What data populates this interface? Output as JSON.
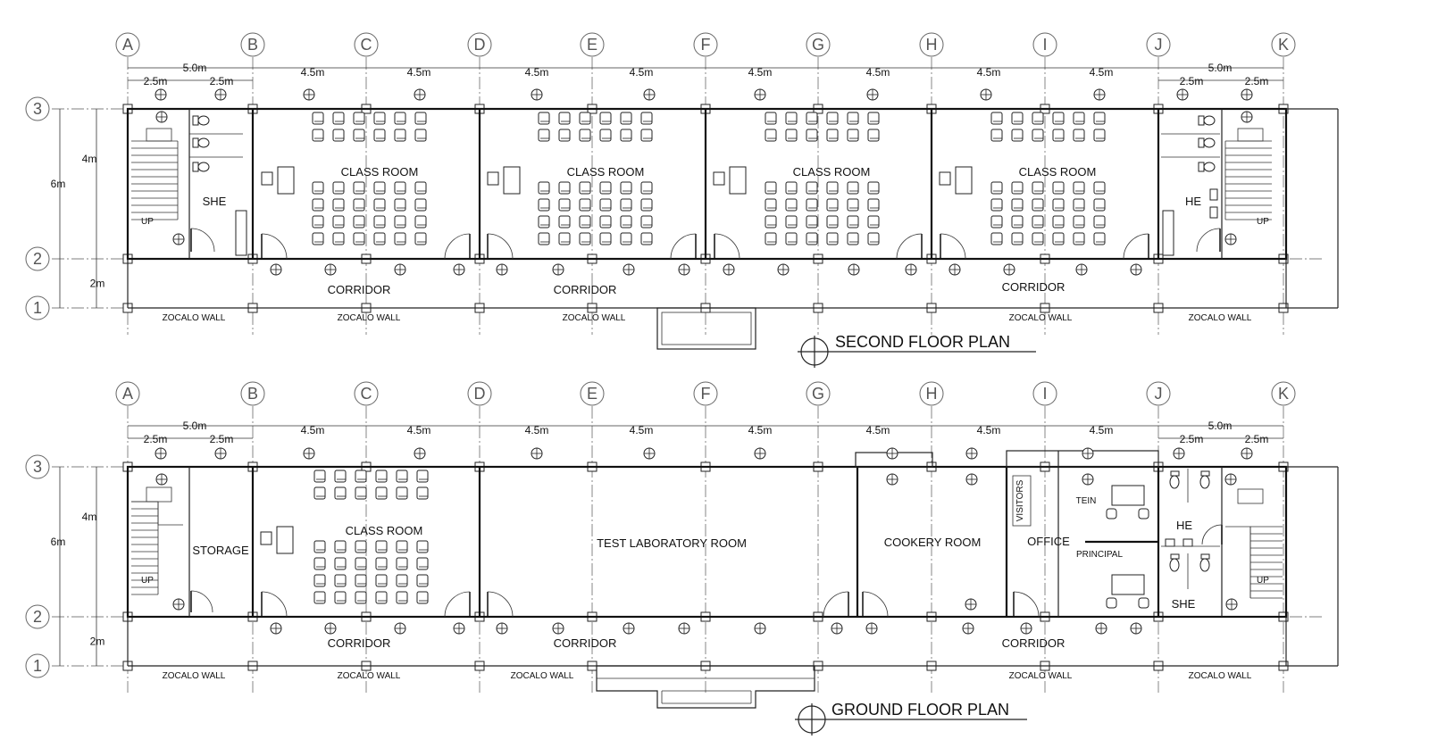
{
  "grid": {
    "columns": [
      "A",
      "B",
      "C",
      "D",
      "E",
      "F",
      "G",
      "H",
      "I",
      "J",
      "K"
    ],
    "rows": [
      "3",
      "2",
      "1"
    ]
  },
  "dimensions": {
    "top_segments": [
      "4.5m",
      "4.5m",
      "4.5m",
      "4.5m",
      "4.5m",
      "4.5m",
      "4.5m",
      "4.5m"
    ],
    "left_total": "5.0m",
    "left_halves": [
      "2.5m",
      "2.5m"
    ],
    "right_total": "5.0m",
    "right_halves": [
      "2.5m",
      "2.5m"
    ],
    "vertical": [
      "4m",
      "6m",
      "2m"
    ]
  },
  "second_floor": {
    "title": "SECOND FLOOR PLAN",
    "rooms": {
      "cr1": "CLASS ROOM",
      "cr2": "CLASS ROOM",
      "cr3": "CLASS ROOM",
      "cr4": "CLASS ROOM",
      "she": "SHE",
      "he": "HE",
      "up_left": "UP",
      "up_right": "UP"
    },
    "corridors": [
      "CORRIDOR",
      "CORRIDOR",
      "CORRIDOR"
    ],
    "zocalo": [
      "ZOCALO WALL",
      "ZOCALO WALL",
      "ZOCALO WALL",
      "ZOCALO WALL",
      "ZOCALO WALL"
    ]
  },
  "ground_floor": {
    "title": "GROUND FLOOR PLAN",
    "rooms": {
      "storage": "STORAGE",
      "classroom": "CLASS ROOM",
      "testlab": "TEST LABORATORY ROOM",
      "cookery": "COOKERY ROOM",
      "office": "OFFICE",
      "visitors": "VISITORS",
      "tein": "TEIN",
      "principal": "PRINCIPAL",
      "he": "HE",
      "she": "SHE",
      "up_left": "UP",
      "up_right": "UP"
    },
    "corridors": [
      "CORRIDOR",
      "CORRIDOR",
      "CORRIDOR"
    ],
    "zocalo": [
      "ZOCALO WALL",
      "ZOCALO WALL",
      "ZOCALO WALL",
      "ZOCALO WALL",
      "ZOCALO WALL"
    ]
  }
}
